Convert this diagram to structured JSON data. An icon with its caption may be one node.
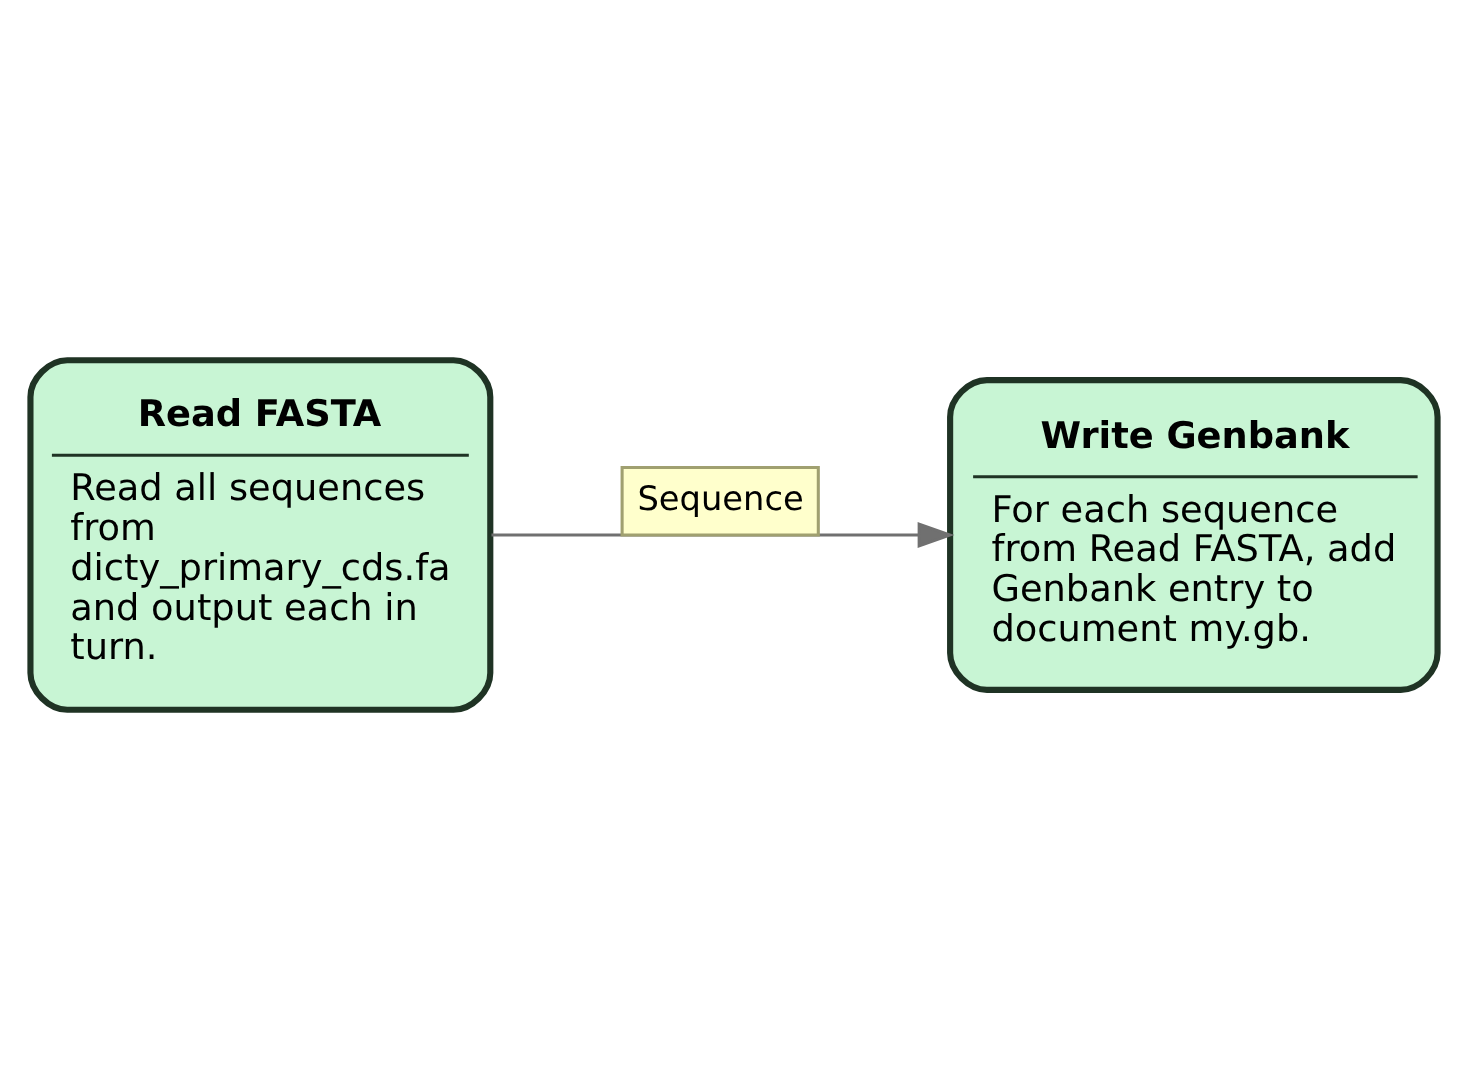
{
  "diagram": {
    "nodes": [
      {
        "text": [
          "Read FASTA",
          "Read all sequences from dicty_primary_cds.fa and output each in turn."
        ]
      },
      {
        "text": [
          "Write Genbank",
          "For each sequence from Read FASTA, add Genbank entry to document my.gb."
        ]
      }
    ],
    "edges": [
      {
        "from": 0,
        "to": 1,
        "arrow": "to",
        "label": "Sequence"
      }
    ]
  }
}
